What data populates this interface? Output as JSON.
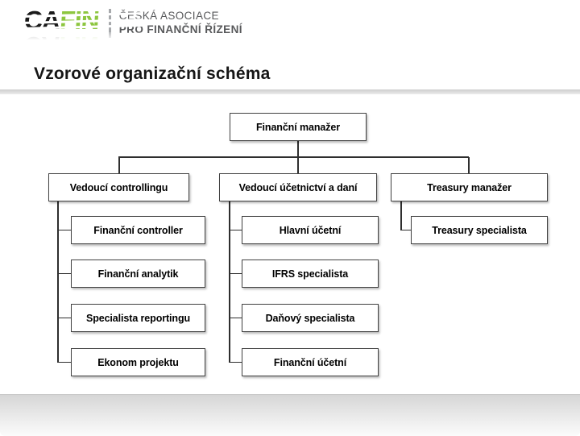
{
  "slide": {
    "title": "Vzorové organizační schéma"
  },
  "logo": {
    "brand_black": "CA",
    "brand_green": "FIN",
    "tagline_line1": "ČESKÁ ASOCIACE",
    "tagline_line2": "PRO FINANČNÍ ŘÍZENÍ"
  },
  "colors": {
    "brand_green": "#8dc63f",
    "brand_black": "#1a1a1a",
    "tagline_gray": "#58595b",
    "box_border": "#424242",
    "connector": "#2e2e2e",
    "footer_gray": "#d6d6d6"
  },
  "org_chart": {
    "type": "organizational-chart",
    "root": {
      "label": "Finanční manažer",
      "children": [
        {
          "label": "Vedoucí controllingu",
          "children": [
            {
              "label": "Finanční controller"
            },
            {
              "label": "Finanční analytik"
            },
            {
              "label": "Specialista reportingu"
            },
            {
              "label": "Ekonom projektu"
            }
          ]
        },
        {
          "label": "Vedoucí účetnictví a daní",
          "children": [
            {
              "label": "Hlavní účetní"
            },
            {
              "label": "IFRS specialista"
            },
            {
              "label": "Daňový specialista"
            },
            {
              "label": "Finanční účetní"
            }
          ]
        },
        {
          "label": "Treasury manažer",
          "children": [
            {
              "label": "Treasury specialista"
            }
          ]
        }
      ]
    }
  }
}
